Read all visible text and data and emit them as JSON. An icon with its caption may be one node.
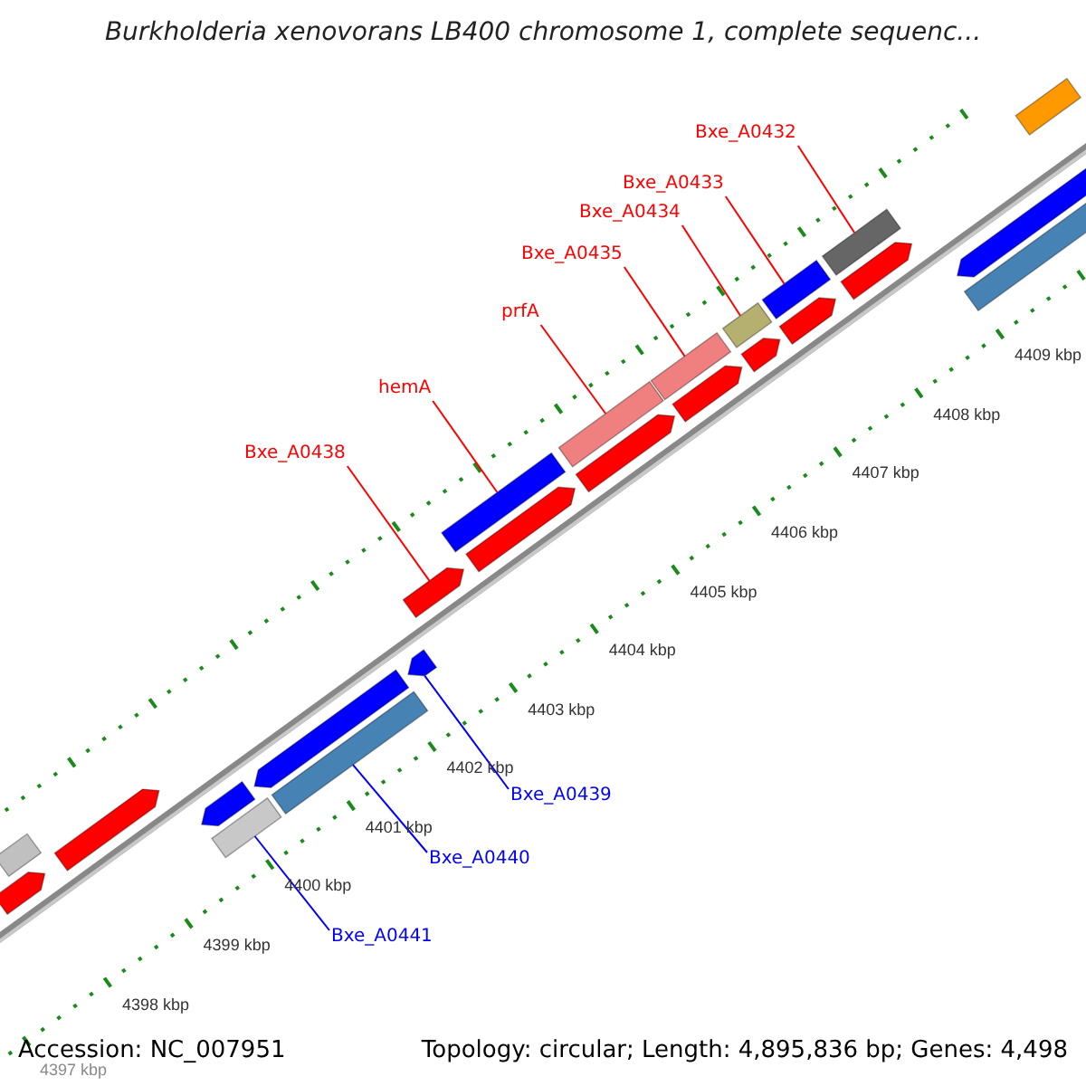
{
  "diagram": {
    "title": "Burkholderia xenovorans LB400 chromosome 1, complete sequenc...",
    "nodes": [
      {
        "text": [
          "Bxe_A0432"
        ]
      },
      {
        "text": [
          "Bxe_A0433"
        ]
      },
      {
        "text": [
          "Bxe_A0434"
        ]
      },
      {
        "text": [
          "Bxe_A0435"
        ]
      },
      {
        "text": [
          "prfA"
        ]
      },
      {
        "text": [
          "hemA"
        ]
      },
      {
        "text": [
          "Bxe_A0438"
        ]
      },
      {
        "text": [
          "Bxe_A0439"
        ]
      },
      {
        "text": [
          "Bxe_A0440"
        ]
      },
      {
        "text": [
          "Bxe_A0441"
        ]
      },
      {
        "text": [],
        "shape": "bar"
      },
      {
        "text": [],
        "shape": "bar"
      },
      {
        "text": [],
        "shape": "bar"
      },
      {
        "text": [],
        "shape": "bar"
      },
      {
        "text": [],
        "shape": "bar"
      },
      {
        "text": [],
        "shape": "bar"
      },
      {
        "text": [],
        "shape": "bar"
      },
      {
        "text": [],
        "shape": "bar"
      },
      {
        "text": [],
        "shape": "bar"
      },
      {
        "text": [],
        "shape": "bar"
      },
      {
        "text": [],
        "shape": "bar"
      },
      {
        "text": [],
        "shape": "bar"
      },
      {
        "text": [],
        "shape": "bar"
      },
      {
        "text": [],
        "shape": "bar"
      },
      {
        "text": [],
        "shape": "bar"
      },
      {
        "text": [],
        "shape": "bar"
      },
      {
        "text": [],
        "shape": "bar"
      },
      {
        "text": [],
        "shape": "bar"
      },
      {
        "text": [],
        "shape": "bar"
      },
      {
        "text": [],
        "shape": "bar"
      },
      {
        "text": [],
        "shape": "bar"
      },
      {
        "text": [],
        "shape": "bar"
      },
      {
        "text": [],
        "shape": "bar"
      },
      {
        "text": [],
        "shape": "bar"
      }
    ],
    "edges": [
      {
        "from": 0,
        "to": 29,
        "arrow": "none"
      },
      {
        "from": 1,
        "to": 27,
        "arrow": "none"
      },
      {
        "from": 2,
        "to": 25,
        "arrow": "none"
      },
      {
        "from": 3,
        "to": 23,
        "arrow": "none"
      },
      {
        "from": 4,
        "to": 21,
        "arrow": "none"
      },
      {
        "from": 5,
        "to": 19,
        "arrow": "none"
      },
      {
        "from": 6,
        "to": 18,
        "arrow": "none"
      },
      {
        "from": 7,
        "to": 17,
        "arrow": "none",
        "color": "#0000ff"
      },
      {
        "from": 8,
        "to": 16,
        "arrow": "none",
        "color": "#0000ff"
      },
      {
        "from": 9,
        "to": 14,
        "arrow": "none",
        "color": "#0000ff"
      }
    ],
    "labels": [
      "4397 kbp",
      "4398 kbp",
      "4399 kbp",
      "4400 kbp",
      "4401 kbp",
      "4402 kbp",
      "4403 kbp",
      "4404 kbp",
      "4405 kbp",
      "4406 kbp",
      "4407 kbp",
      "4408 kbp",
      "4409 kbp",
      "Accession: NC_007951",
      "Topology: circular; Length: 4,895,836 bp; Genes: 4,498"
    ]
  }
}
